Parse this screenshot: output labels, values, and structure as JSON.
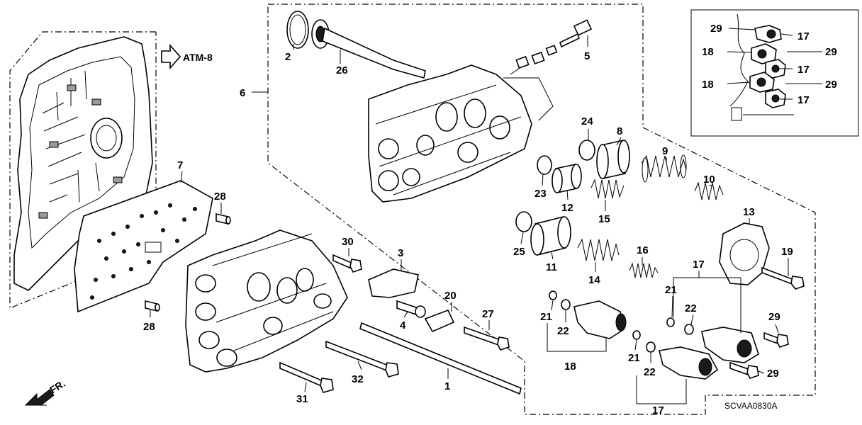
{
  "diagram": {
    "ref_code": "SCVAA0830A",
    "direction_label": "ATM-8",
    "front_label": "FR."
  },
  "callouts": [
    {
      "id": "c2",
      "text": "2"
    },
    {
      "id": "c26",
      "text": "26"
    },
    {
      "id": "c5",
      "text": "5"
    },
    {
      "id": "c6",
      "text": "6"
    },
    {
      "id": "c7",
      "text": "7"
    },
    {
      "id": "c28a",
      "text": "28"
    },
    {
      "id": "c28b",
      "text": "28"
    },
    {
      "id": "c24",
      "text": "24"
    },
    {
      "id": "c8",
      "text": "8"
    },
    {
      "id": "c23",
      "text": "23"
    },
    {
      "id": "c12",
      "text": "12"
    },
    {
      "id": "c9",
      "text": "9"
    },
    {
      "id": "c10",
      "text": "10"
    },
    {
      "id": "c15",
      "text": "15"
    },
    {
      "id": "c13",
      "text": "13"
    },
    {
      "id": "c25",
      "text": "25"
    },
    {
      "id": "c11",
      "text": "11"
    },
    {
      "id": "c14",
      "text": "14"
    },
    {
      "id": "c16",
      "text": "16"
    },
    {
      "id": "c19",
      "text": "19"
    },
    {
      "id": "c30",
      "text": "30"
    },
    {
      "id": "c3",
      "text": "3"
    },
    {
      "id": "c20",
      "text": "20"
    },
    {
      "id": "c4",
      "text": "4"
    },
    {
      "id": "c27",
      "text": "27"
    },
    {
      "id": "c17a",
      "text": "17"
    },
    {
      "id": "c21a",
      "text": "21"
    },
    {
      "id": "c22a",
      "text": "22"
    },
    {
      "id": "c21b",
      "text": "21"
    },
    {
      "id": "c22b",
      "text": "22"
    },
    {
      "id": "c18a",
      "text": "18"
    },
    {
      "id": "c29a",
      "text": "29"
    },
    {
      "id": "c29b",
      "text": "29"
    },
    {
      "id": "c21c",
      "text": "21"
    },
    {
      "id": "c22c",
      "text": "22"
    },
    {
      "id": "c17b",
      "text": "17"
    },
    {
      "id": "c1",
      "text": "1"
    },
    {
      "id": "c32",
      "text": "32"
    },
    {
      "id": "c31",
      "text": "31"
    },
    {
      "id": "i29a",
      "text": "29"
    },
    {
      "id": "i17a",
      "text": "17"
    },
    {
      "id": "i18a",
      "text": "18"
    },
    {
      "id": "i29b",
      "text": "29"
    },
    {
      "id": "i17b",
      "text": "17"
    },
    {
      "id": "i18b",
      "text": "18"
    },
    {
      "id": "i29c",
      "text": "29"
    },
    {
      "id": "i17c",
      "text": "17"
    }
  ],
  "colors": {
    "line": "#000000",
    "background": "#ffffff",
    "fill_dark": "#1a1a1a"
  }
}
